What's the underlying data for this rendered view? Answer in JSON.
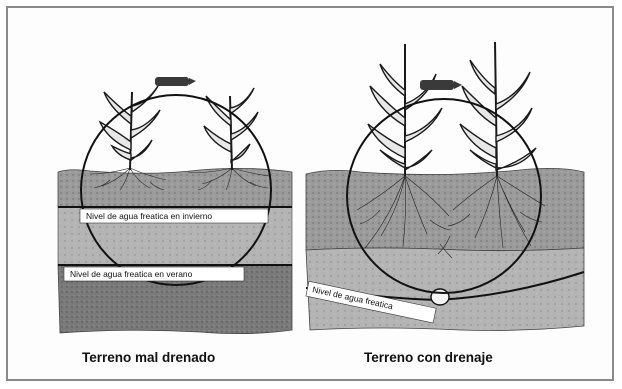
{
  "left_panel": {
    "label_winter": "Nivel de agua freatica en invierno",
    "label_summer": "Nivel de agua freatica en verano",
    "caption": "Terreno mal drenado"
  },
  "right_panel": {
    "label_water": "Nivel de agua freatica",
    "caption": "Terreno con drenaje"
  },
  "colors": {
    "soil_top": "#8c8c8c",
    "soil_mid": "#a0a0a0",
    "soil_dark": "#6e6e6e",
    "ink": "#1a1a1a"
  }
}
